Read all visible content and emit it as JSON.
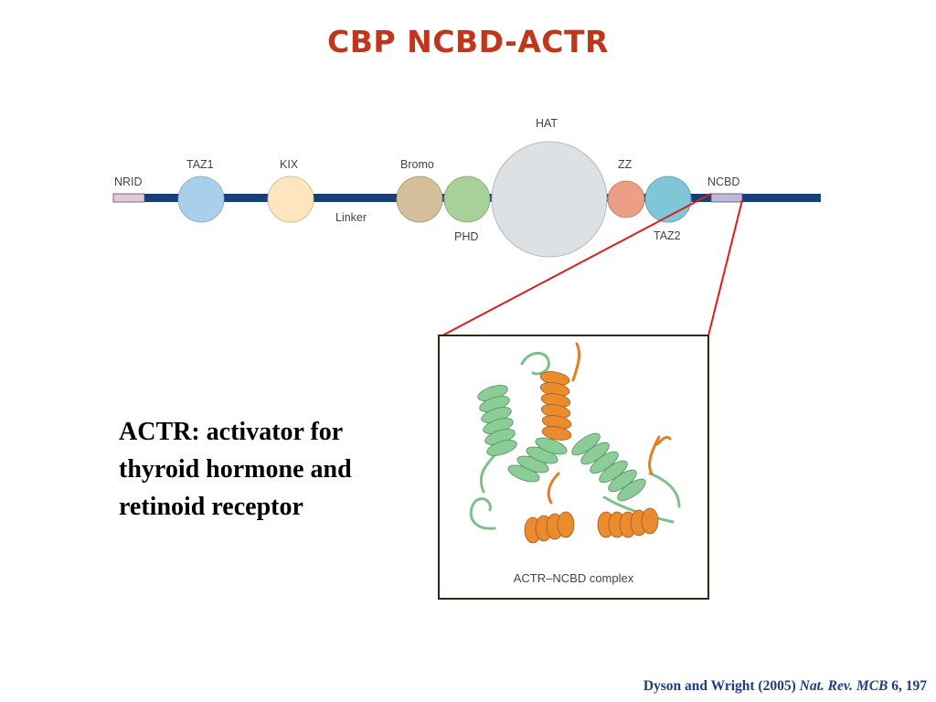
{
  "slide": {
    "title": "CBP NCBD-ACTR"
  },
  "domains": {
    "nrid": "NRID",
    "taz1": "TAZ1",
    "kix": "KIX",
    "linker": "Linker",
    "bromo": "Bromo",
    "phd": "PHD",
    "hat": "HAT",
    "zz": "ZZ",
    "taz2": "TAZ2",
    "ncbd": "NCBD"
  },
  "structure": {
    "caption": "ACTR–NCBD complex"
  },
  "description": {
    "line1": "ACTR: activator for",
    "line2": "thyroid hormone and",
    "line3": "retinoid receptor"
  },
  "citation": {
    "authors": "Dyson and Wright (2005)",
    "journal": "Nat. Rev. MCB",
    "ref": "6, 197"
  },
  "colors": {
    "title": "#c0361a",
    "backbone": "#173f7a",
    "taz1": "#a9d0ea",
    "kix": "#fde5bd",
    "bromo": "#d5bf9a",
    "phd": "#a7d199",
    "hat": "#dde1e4",
    "zz": "#ec9f86",
    "taz2": "#7fc6d6",
    "nrid_box": "#e3c8dc",
    "ncbd_box": "#bcb8de",
    "connector": "#dd1e1e",
    "ncbd_helix": "#7fc08a",
    "actr_helix": "#e07f24",
    "citation": "#1f3c88"
  }
}
